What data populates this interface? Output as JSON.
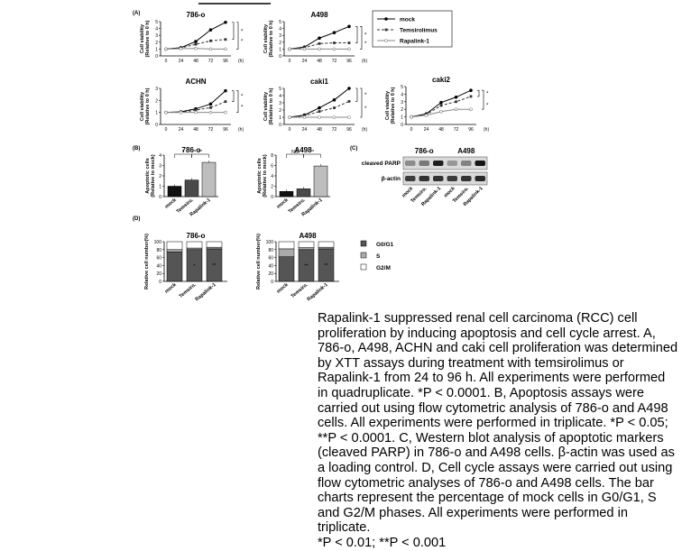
{
  "panel_labels": [
    "(A)",
    "(B)",
    "(C)",
    "(D)"
  ],
  "hours_unit": "(h)",
  "caption": "Rapalink-1 suppressed renal cell carcinoma (RCC) cell proliferation by inducing apoptosis and cell cycle arrest. A, 786-o, A498, ACHN and caki cell proliferation was determined by XTT assays during treatment with temsirolimus or Rapalink-1 from 24 to 96 h. All experiments were performed in quadruplicate. *P < 0.0001. B, Apoptosis assays were carried out using flow cytometric analysis of 786-o and A498 cells. All experiments were performed in triplicate. *P < 0.05; **P < 0.0001. C, Western blot analysis of apoptotic markers (cleaved PARP) in 786-o and A498 cells. β-actin was used as a loading control. D, Cell cycle assays were carried out using flow cytometric analyses of 786-o and A498 cells. The bar charts represent the percentage of mock cells in G0/G1, S and G2/M phases. All experiments were performed in triplicate.\n*P < 0.01; **P < 0.001",
  "chart_data": [
    {
      "panel": "A",
      "type": "line",
      "title": "786-o",
      "x": [
        0,
        24,
        48,
        72,
        96
      ],
      "ylabel": "Cell viability (Relative to 0 h)",
      "ylim": [
        0,
        5
      ],
      "yticks": [
        0,
        1,
        2,
        3,
        4,
        5
      ],
      "series": [
        {
          "name": "mock",
          "values": [
            1,
            1.2,
            2.1,
            3.8,
            4.9
          ]
        },
        {
          "name": "Temsirolimus",
          "values": [
            1,
            1.15,
            1.7,
            2.2,
            2.4
          ]
        },
        {
          "name": "Rapalink-1",
          "values": [
            1,
            1.05,
            1.1,
            1.0,
            1.0
          ]
        }
      ],
      "annotations": [
        "*",
        "*"
      ]
    },
    {
      "panel": "A",
      "type": "line",
      "title": "A498",
      "x": [
        0,
        24,
        48,
        72,
        96
      ],
      "ylabel": "Cell viability (Relative to 0 h)",
      "ylim": [
        0,
        5
      ],
      "yticks": [
        0,
        1,
        2,
        3,
        4,
        5
      ],
      "series": [
        {
          "name": "mock",
          "values": [
            1,
            1.3,
            2.6,
            3.4,
            4.3
          ]
        },
        {
          "name": "Temsirolimus",
          "values": [
            1,
            1.2,
            1.8,
            1.9,
            1.9
          ]
        },
        {
          "name": "Rapalink-1",
          "values": [
            1,
            1.0,
            1.0,
            1.0,
            1.0
          ]
        }
      ],
      "annotations": [
        "*",
        "*"
      ]
    },
    {
      "panel": "A",
      "type": "line",
      "title": "ACHN",
      "x": [
        0,
        24,
        48,
        72,
        96
      ],
      "ylabel": "Cell viability (Relative to 0 h)",
      "ylim": [
        0,
        3
      ],
      "yticks": [
        0,
        1,
        2,
        3
      ],
      "series": [
        {
          "name": "mock",
          "values": [
            1,
            1.05,
            1.3,
            1.7,
            2.8
          ]
        },
        {
          "name": "Temsirolimus",
          "values": [
            1,
            1.0,
            1.2,
            1.4,
            1.9
          ]
        },
        {
          "name": "Rapalink-1",
          "values": [
            1,
            1.0,
            1.0,
            1.0,
            1.0
          ]
        }
      ],
      "annotations": [
        "*",
        "*"
      ]
    },
    {
      "panel": "A",
      "type": "line",
      "title": "caki1",
      "x": [
        0,
        24,
        48,
        72,
        96
      ],
      "ylabel": "Cell viability (Relative to 0 h)",
      "ylim": [
        0,
        5
      ],
      "yticks": [
        0,
        1,
        2,
        3,
        4,
        5
      ],
      "series": [
        {
          "name": "mock",
          "values": [
            1,
            1.3,
            2.3,
            3.4,
            5.0
          ]
        },
        {
          "name": "Temsirolimus",
          "values": [
            1,
            1.2,
            1.8,
            2.3,
            3.2
          ]
        },
        {
          "name": "Rapalink-1",
          "values": [
            1,
            1.0,
            1.0,
            1.0,
            1.0
          ]
        }
      ],
      "annotations": [
        "*",
        "*"
      ]
    },
    {
      "panel": "A",
      "type": "line",
      "title": "caki2",
      "x": [
        0,
        24,
        48,
        72,
        96
      ],
      "ylabel": "Cell viability (Relative to 0 h)",
      "ylim": [
        0,
        5
      ],
      "yticks": [
        0,
        1,
        2,
        3,
        4,
        5
      ],
      "series": [
        {
          "name": "mock",
          "values": [
            1,
            1.4,
            2.9,
            3.6,
            4.5
          ]
        },
        {
          "name": "Temsirolimus",
          "values": [
            1,
            1.3,
            2.5,
            3.0,
            3.7
          ]
        },
        {
          "name": "Rapalink-1",
          "values": [
            1,
            1.2,
            1.7,
            2.0,
            2.0
          ]
        }
      ],
      "annotations": [
        "*",
        "*"
      ]
    },
    {
      "panel": "B",
      "type": "bar",
      "title": "786-o",
      "categories": [
        "mock",
        "Temsiro.",
        "Rapalink-1"
      ],
      "values": [
        1.0,
        1.6,
        3.3
      ],
      "ylabel": "Apoptotic cells (Relative to mock)",
      "ylim": [
        0,
        4
      ],
      "yticks": [
        0,
        1,
        2,
        3,
        4
      ],
      "annotations": [
        "*",
        "**"
      ],
      "colors": [
        "#111111",
        "#4a4a4a",
        "#bdbdbd"
      ]
    },
    {
      "panel": "B",
      "type": "bar",
      "title": "A498",
      "categories": [
        "mock",
        "Temsiro.",
        "Rapalink-1"
      ],
      "values": [
        1.0,
        1.5,
        5.9
      ],
      "ylabel": "Apoptotic cells (Relative to mock)",
      "ylim": [
        0,
        8
      ],
      "yticks": [
        0,
        2,
        4,
        6,
        8
      ],
      "annotations": [
        "NS",
        "**"
      ],
      "colors": [
        "#111111",
        "#4a4a4a",
        "#bdbdbd"
      ]
    },
    {
      "panel": "D",
      "type": "bar",
      "title": "786-o",
      "categories": [
        "mock",
        "Temsiro.",
        "Rapalink-1"
      ],
      "ylabel": "Relative cell number(%)",
      "ylim": [
        0,
        100
      ],
      "yticks": [
        0,
        20,
        40,
        60,
        80,
        100
      ],
      "series": [
        {
          "name": "G0/G1",
          "values": [
            74,
            80,
            82
          ]
        },
        {
          "name": "S",
          "values": [
            6,
            4,
            4
          ]
        },
        {
          "name": "G2/M",
          "values": [
            20,
            16,
            14
          ]
        }
      ],
      "annotations": [
        "*",
        "**"
      ]
    },
    {
      "panel": "D",
      "type": "bar",
      "title": "A498",
      "categories": [
        "mock",
        "Temsiro.",
        "Rapalink-1"
      ],
      "ylabel": "Relative cell number(%)",
      "ylim": [
        0,
        100
      ],
      "yticks": [
        0,
        20,
        40,
        60,
        80,
        100
      ],
      "series": [
        {
          "name": "G0/G1",
          "values": [
            62,
            80,
            82
          ]
        },
        {
          "name": "S",
          "values": [
            20,
            5,
            4
          ]
        },
        {
          "name": "G2/M",
          "values": [
            18,
            15,
            14
          ]
        }
      ],
      "annotations": [
        "**",
        "**"
      ]
    }
  ],
  "blot": {
    "panel": "C",
    "groups": [
      "786-o",
      "A498"
    ],
    "rows": [
      "cleaved PARP",
      "β-actin"
    ],
    "lanes": [
      "mock",
      "Temsiro.",
      "Rapalink-1",
      "mock",
      "Temsiro.",
      "Rapalink-1"
    ],
    "cleaved_parp_intensity": [
      0.35,
      0.45,
      0.9,
      0.3,
      0.4,
      0.95
    ],
    "actin_intensity": [
      0.75,
      0.8,
      0.8,
      0.75,
      0.8,
      0.85
    ]
  },
  "colors": {
    "mock": "#000000",
    "temsirolimus": "#333333",
    "rapalink": "#888888",
    "g0g1": "#555555",
    "s": "#aaaaaa",
    "g2m": "#ffffff"
  }
}
